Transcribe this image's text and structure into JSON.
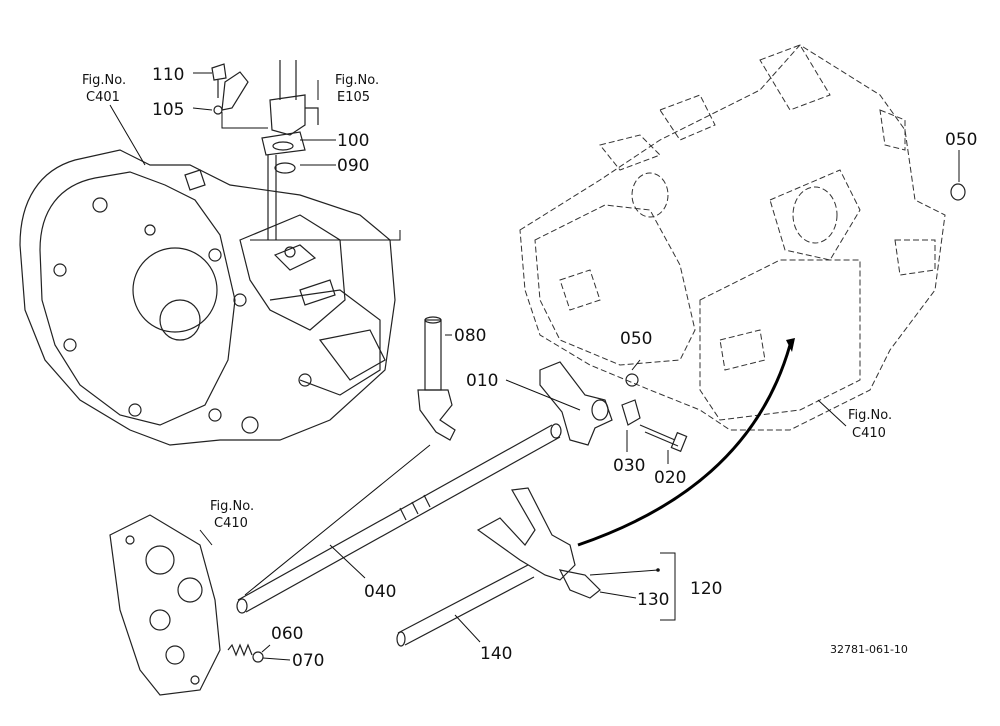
{
  "diagram": {
    "drawing_number": "32781-061-10",
    "part_labels": {
      "p110": "110",
      "p105": "105",
      "p100": "100",
      "p090": "090",
      "p080": "080",
      "p050a": "050",
      "p050b": "050",
      "p010": "010",
      "p030": "030",
      "p020": "020",
      "p040": "040",
      "p060": "060",
      "p070": "070",
      "p130": "130",
      "p120": "120",
      "p140": "140"
    },
    "figure_refs": {
      "c401_title": "Fig.No.",
      "c401_code": "C401",
      "e105_title": "Fig.No.",
      "e105_code": "E105",
      "c410a_title": "Fig.No.",
      "c410a_code": "C410",
      "c410b_title": "Fig.No.",
      "c410b_code": "C410"
    }
  }
}
